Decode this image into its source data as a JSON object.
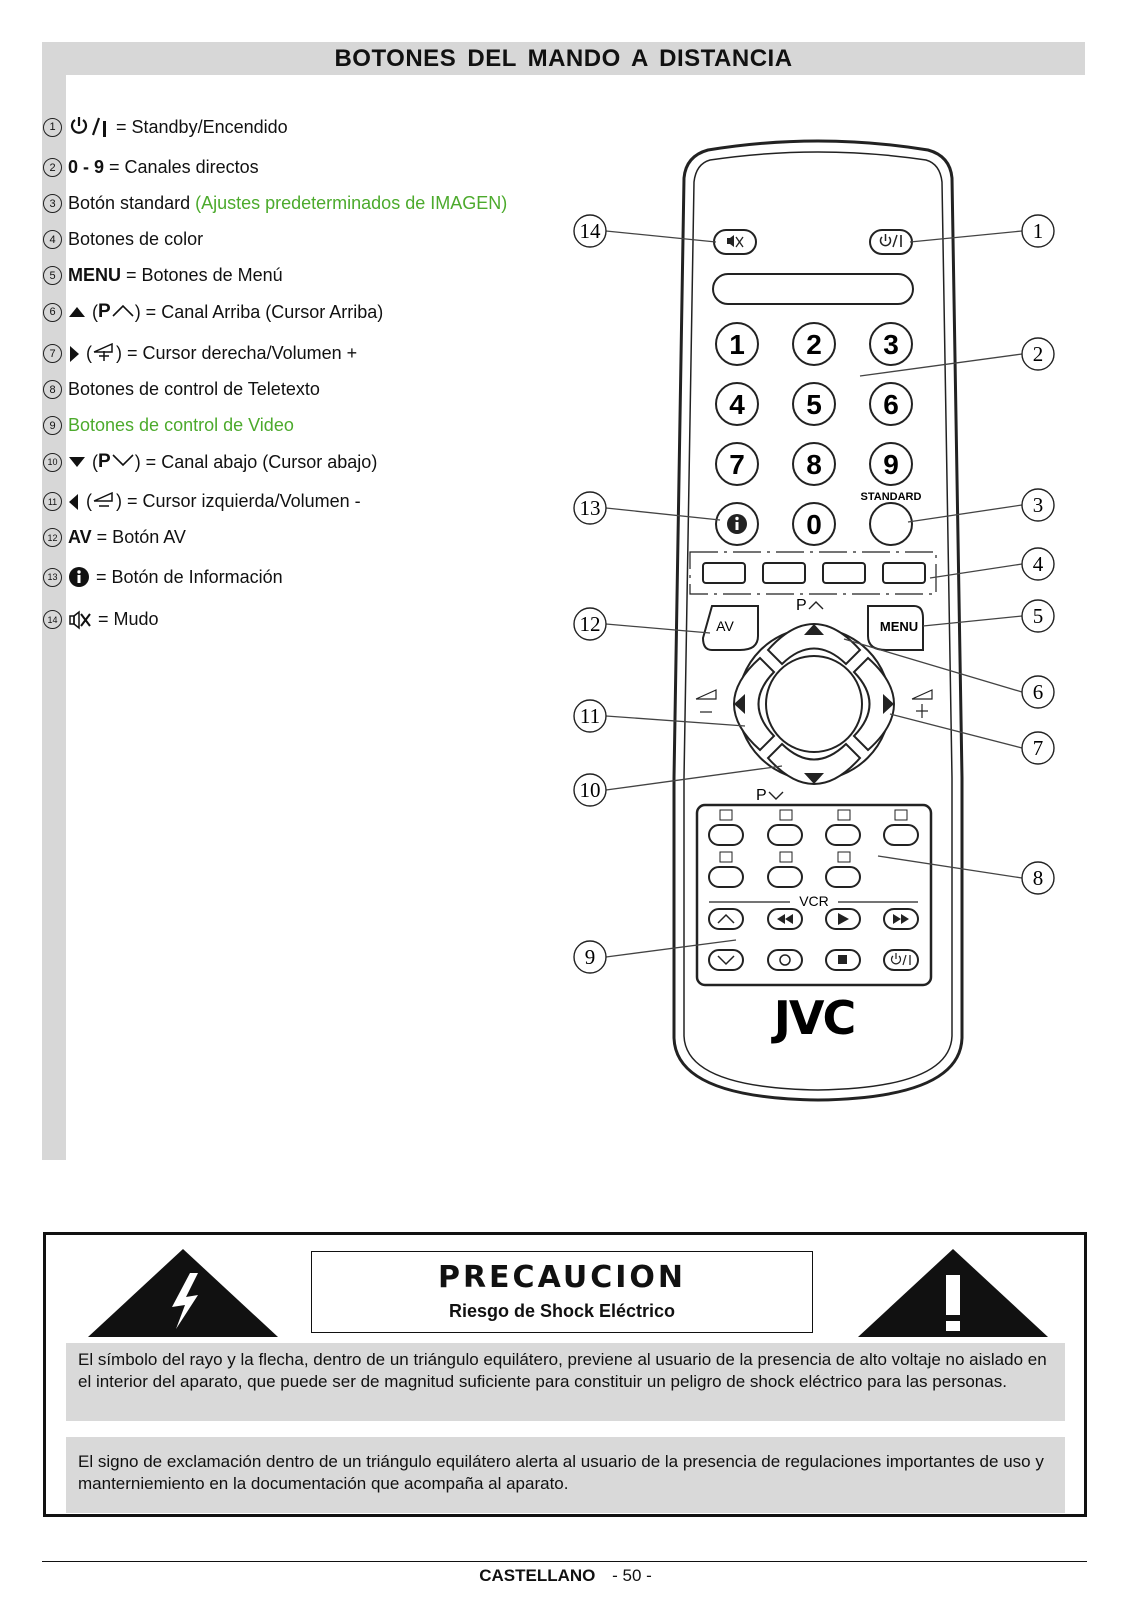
{
  "title": "BOTONES  DEL  MANDO  A  DISTANCIA",
  "legend": [
    {
      "n": "1",
      "bold": "",
      "text": "= Standby/Encendido",
      "green": ""
    },
    {
      "n": "2",
      "bold": "0 - 9",
      "text": "= Canales directos",
      "green": ""
    },
    {
      "n": "3",
      "bold": "",
      "text": "Botón standard",
      "green": "(Ajustes predeterminados de IMAGEN)"
    },
    {
      "n": "4",
      "bold": "",
      "text": "Botones de color",
      "green": ""
    },
    {
      "n": "5",
      "bold": "MENU",
      "text": "= Botones de Menú",
      "green": ""
    },
    {
      "n": "6",
      "bold": "",
      "text": ") = Canal Arriba (Cursor Arriba)",
      "green": ""
    },
    {
      "n": "7",
      "bold": "",
      "text": ") = Cursor derecha/Volumen +",
      "green": ""
    },
    {
      "n": "8",
      "bold": "",
      "text": "Botones de control de Teletexto",
      "green": ""
    },
    {
      "n": "9",
      "bold": "",
      "text": "",
      "green": "Botones de control de Video"
    },
    {
      "n": "10",
      "bold": "",
      "text": ") = Canal abajo (Cursor abajo)",
      "green": ""
    },
    {
      "n": "11",
      "bold": "",
      "text": ") = Cursor izquierda/Volumen -",
      "green": ""
    },
    {
      "n": "12",
      "bold": "AV",
      "text": "= Botón AV",
      "green": ""
    },
    {
      "n": "13",
      "bold": "",
      "text": "= Botón de Información",
      "green": ""
    },
    {
      "n": "14",
      "bold": "",
      "text": "= Mudo",
      "green": ""
    }
  ],
  "symbols": {
    "p_letter": "P",
    "paren_open": "("
  },
  "remote": {
    "keys": [
      "1",
      "2",
      "3",
      "4",
      "5",
      "6",
      "7",
      "8",
      "9",
      "0"
    ],
    "standard_label": "STANDARD",
    "av_label": "AV",
    "menu_label": "MENU",
    "p_up": "P",
    "p_down": "P",
    "vcr_label": "VCR",
    "brand": "JVC",
    "callouts": [
      "14",
      "1",
      "2",
      "13",
      "3",
      "4",
      "12",
      "5",
      "6",
      "11",
      "7",
      "10",
      "8",
      "9"
    ]
  },
  "caution": {
    "title": "PRECAUCION",
    "subtitle": "Riesgo de Shock Eléctrico",
    "warning1": "El símbolo del rayo y la flecha, dentro de un triángulo equilátero, previene al usuario de la presencia de alto voltaje no aislado en el interior del aparato, que puede ser de magnitud suficiente para constituir un peligro de shock eléctrico para las personas.",
    "warning2": "El signo de exclamación dentro de un triángulo equilátero alerta al usuario de la presencia de regulaciones importantes de uso y manterniemiento en la documentación que acompaña al aparato."
  },
  "footer": {
    "language": "CASTELLANO",
    "page": "- 50 -"
  }
}
